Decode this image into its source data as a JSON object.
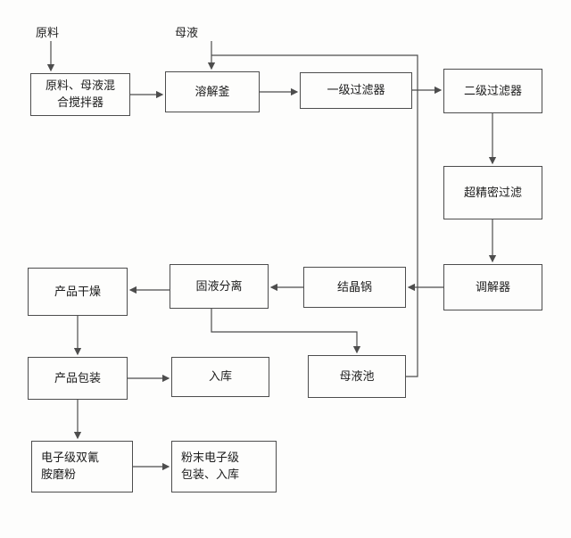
{
  "diagram": {
    "free_labels": {
      "raw_material": "原料",
      "mother_liquor": "母液"
    },
    "nodes": {
      "mixer": "原料、母液混\n合搅拌器",
      "dissolving_kettle": "溶解釜",
      "primary_filter": "一级过滤器",
      "secondary_filter": "二级过滤器",
      "ultra_precision_filter": "超精密过滤",
      "regulator": "调解器",
      "crystallization_pot": "结晶锅",
      "solid_liquid_separation": "固液分离",
      "product_drying": "产品干燥",
      "product_packaging": "产品包装",
      "warehousing": "入库",
      "mother_liquor_pool": "母液池",
      "dicyandiamide_grinding": "电子级双氰\n胺磨粉",
      "powder_packaging_warehousing": "粉末电子级\n包装、入库"
    },
    "colors": {
      "background": "#fdfdfc",
      "line": "#4d4d4d",
      "text": "#1c1c1c"
    }
  }
}
